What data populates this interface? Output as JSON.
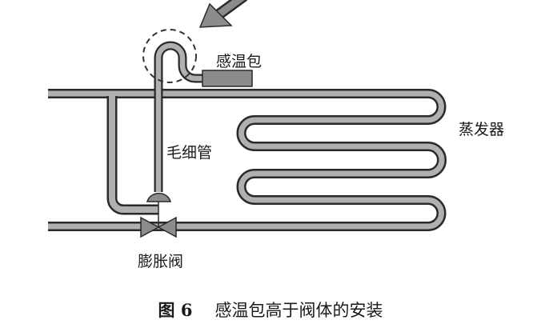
{
  "labels": {
    "bulb": "感温包",
    "capillary": "毛细管",
    "evaporator": "蒸发器",
    "valve": "膨胀阀"
  },
  "caption": {
    "figure": "图 6",
    "text": "感温包高于阀体的安装"
  },
  "colors": {
    "pipe_fill": "#b0b0b0",
    "outline": "#2a2a2a",
    "component_fill": "#8c8c8c"
  }
}
